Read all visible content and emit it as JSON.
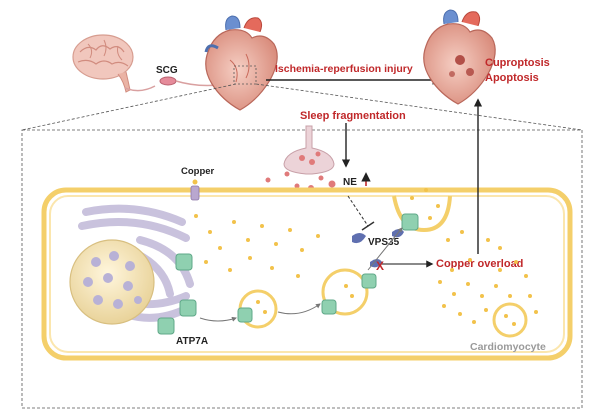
{
  "labels": {
    "scg": "SCG",
    "ischemia": "Ischemia-reperfusion injury",
    "cuproptosis": "Cuproptosis",
    "apoptosis": "Apoptosis",
    "sleep": "Sleep fragmentation",
    "copper": "Copper",
    "ne": "NE",
    "vps35": "VPS35",
    "copper_overload": "Copper overload",
    "atp7a": "ATP7A",
    "cardiomyocyte": "Cardiomyocyte",
    "block_mark": "X"
  },
  "colors": {
    "red_text": "#c0282a",
    "membrane": "#f4cf6a",
    "copper_dot": "#f2c24b",
    "transporter": "#8fd0b0",
    "golgi": "#c9c2dd",
    "nucleus": "#f3e2b3",
    "vps35": "#5f6fb0",
    "ne_dot": "#e07a7a"
  },
  "icons": [
    "brain-icon",
    "heart-icon",
    "injured-heart-icon",
    "neuron-terminal-icon",
    "nucleus-icon",
    "golgi-icon"
  ]
}
